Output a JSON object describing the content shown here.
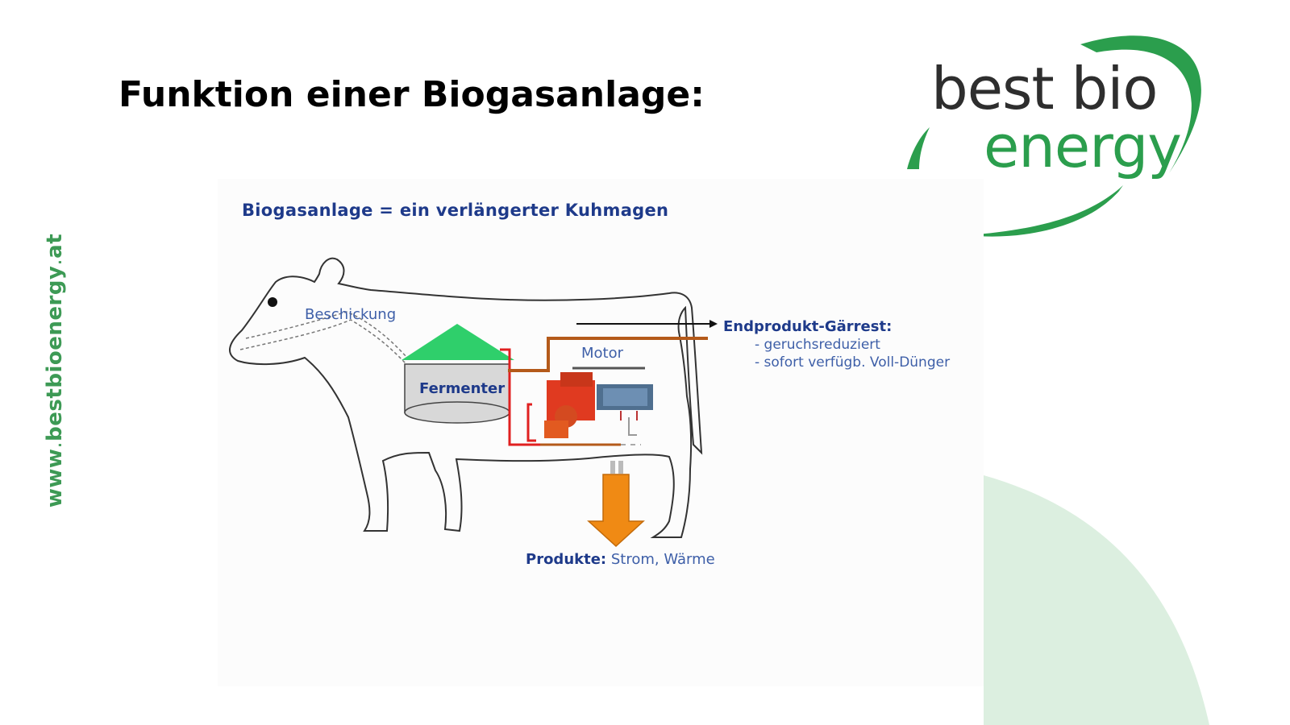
{
  "slide": {
    "title": "Funktion einer Biogasanlage:",
    "side_url": {
      "www": "www",
      "dot1": ".",
      "domain": "bestbioenergy",
      "dot2": ".",
      "tld": "at"
    }
  },
  "logo": {
    "line1_a": "best b",
    "line1_b": "io",
    "line2": "energy"
  },
  "diagram": {
    "heading": "Biogasanlage = ein verlängerter Kuhmagen",
    "labels": {
      "beschickung": "Beschickung",
      "fermenter": "Fermenter",
      "motor": "Motor",
      "endprodukt_title": "Endprodukt-Gärrest:",
      "endprodukt_items": [
        "- geruchsreduziert",
        "- sofort verfügb. Voll-Dünger"
      ],
      "produkte_label": "Produkte:",
      "produkte_value": " Strom, Wärme"
    }
  },
  "colors": {
    "brand_green": "#2b9e4d",
    "side_green": "#3d9a55",
    "deco_green": "#dcefe0",
    "diagram_blue": "#1e3a8a",
    "roof_green": "#2fcf6b",
    "pipe_red": "#e02020",
    "pipe_brown": "#b45a1a",
    "arrow_orange": "#f08a14"
  },
  "icons": [
    "cow-outline-icon",
    "fermenter-tank-icon",
    "engine-icon",
    "generator-icon",
    "output-arrow-icon"
  ]
}
